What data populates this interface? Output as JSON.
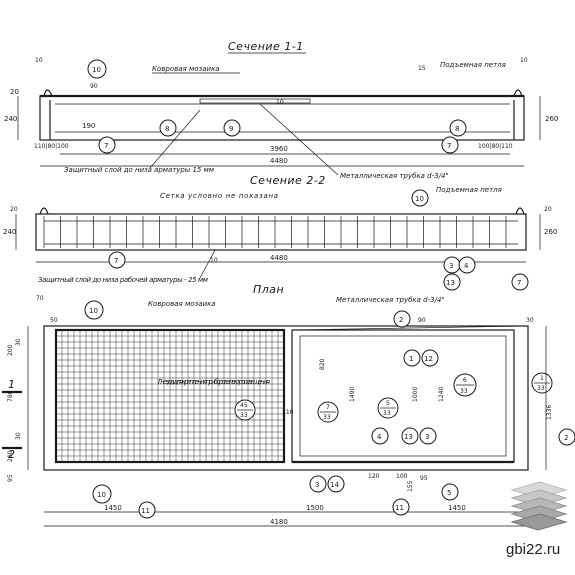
{
  "section1": {
    "title": "Сечение 1-1",
    "label_mosaic": "Ковровая мозаика",
    "label_lifting_loop": "Подъемная петля",
    "label_protective_layer": "Защитный слой до низа арматуры 15 мм",
    "label_metal_tube": "Металлическая трубка d-3/4\"",
    "dim_inner": "3960",
    "dim_total": "4480",
    "dim_left_top": "20",
    "dim_left_h": "240",
    "dim_right_h": "260",
    "dim_90": "90",
    "dim_10_left": "10",
    "dim_10_right": "10",
    "dim_190": "190",
    "dim_110_90": "110|80|100",
    "dim_100_80": "100|80|110",
    "dim_10_top": "10",
    "dim_15": "15",
    "marks": [
      "10",
      "7",
      "8",
      "9",
      "8",
      "7"
    ]
  },
  "section2": {
    "title": "Сечение 2-2",
    "label_mesh": "Сетка условно не показана",
    "label_lifting_loop": "Подъемная петля",
    "label_protective_layer": "Защитный слой до низа рабочей арматуры - 25 мм",
    "dim_total": "4480",
    "dim_left_h": "240",
    "dim_right_h": "260",
    "dim_20_l": "20",
    "dim_20_r": "20",
    "dim_10": "10",
    "marks": [
      "10",
      "7",
      "3",
      "4",
      "13",
      "7"
    ]
  },
  "plan": {
    "title": "План",
    "label_mosaic": "Ковровая мозаика",
    "label_metal_tube": "Металлическая трубка d-3/4\"",
    "label_socket": "Гнезда для крепления приборов электроосвещения",
    "dim_left_part": "1450",
    "dim_mid_part": "1500",
    "dim_right_part": "1450",
    "dim_total": "4180",
    "dim_820": "820",
    "dim_1490": "1490",
    "dim_1000": "1000",
    "dim_1240": "1240",
    "dim_1336": "1336",
    "dim_780": "780",
    "dim_200_l": "200",
    "dim_30_l": "30",
    "dim_30_b": "30",
    "dim_200_b": "200",
    "dim_95_b": "95",
    "dim_50": "50",
    "dim_110": "110",
    "dim_100": "100",
    "dim_120": "120",
    "dim_155": "155",
    "dim_95_r": "95",
    "dim_70": "70",
    "dim_30_r": "30",
    "dim_90": "90",
    "section_label_1": "1",
    "section_label_2": "2",
    "fraction_45": {
      "top": "45",
      "bottom": "33"
    },
    "fraction_7": {
      "top": "7",
      "bottom": "33"
    },
    "fraction_5": {
      "top": "5",
      "bottom": "33"
    },
    "fraction_6": {
      "top": "6",
      "bottom": "33"
    },
    "fraction_1": {
      "top": "1",
      "bottom": "33"
    },
    "marks": [
      "10",
      "2",
      "1",
      "12",
      "4",
      "13",
      "3",
      "3",
      "14",
      "11",
      "10",
      "11",
      "5",
      "2",
      "1"
    ]
  },
  "watermark": {
    "text": "gbi22.ru"
  }
}
